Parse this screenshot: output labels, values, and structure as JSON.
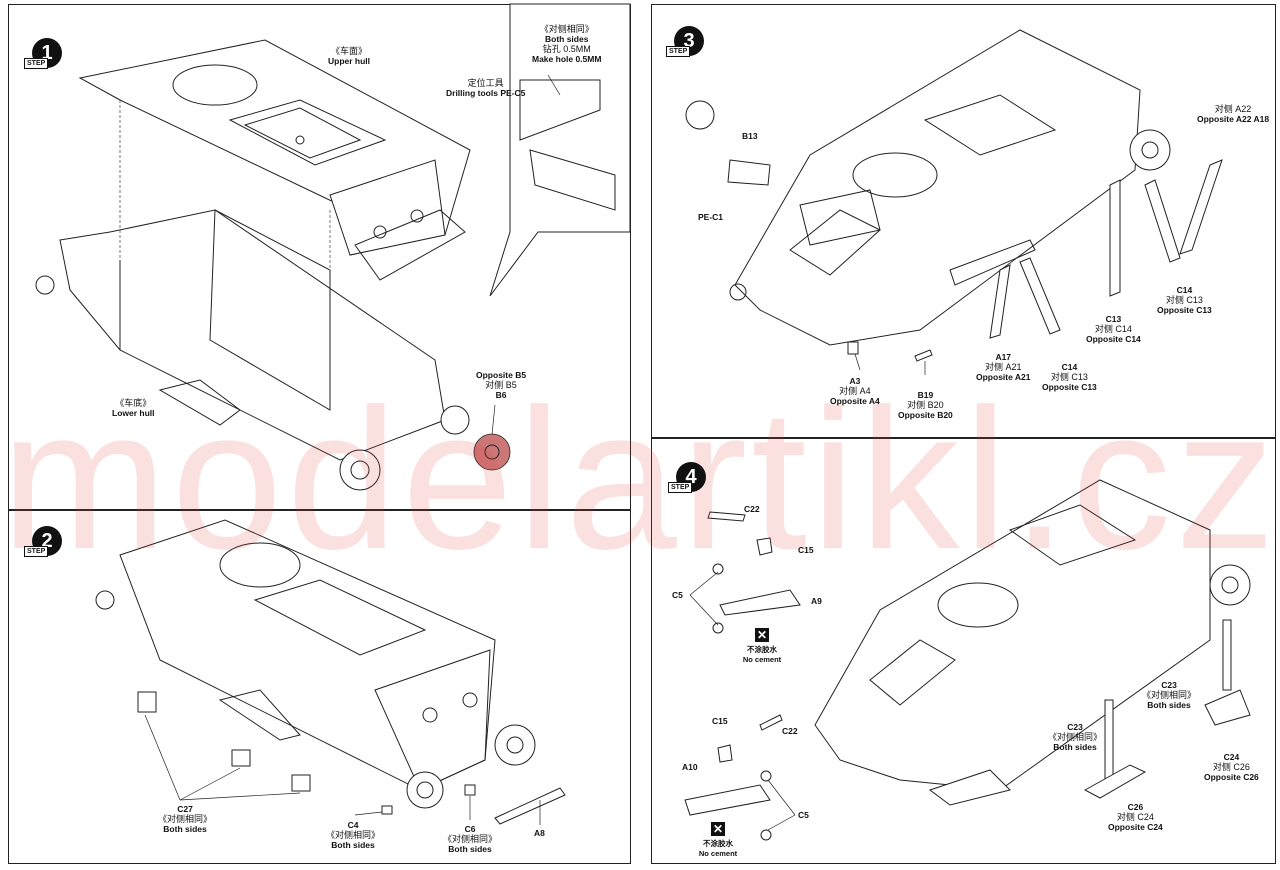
{
  "watermark": "modelartikl.cz",
  "steps": {
    "s1": {
      "number": "1",
      "word": "STEP"
    },
    "s2": {
      "number": "2",
      "word": "STEP"
    },
    "s3": {
      "number": "3",
      "word": "STEP"
    },
    "s4": {
      "number": "4",
      "word": "STEP"
    }
  },
  "step1": {
    "upper_hull": {
      "cn": "《车面》",
      "en": "Upper hull"
    },
    "lower_hull": {
      "cn": "《车底》",
      "en": "Lower hull"
    },
    "inset": {
      "both_cn": "《对侧相同》",
      "both_en": "Both sides",
      "drill_cn": "钻孔 0.5MM",
      "drill_en": "Make hole 0.5MM",
      "tool_cn": "定位工具",
      "tool_en": "Drilling tools",
      "tool_part": "PE-C5"
    },
    "b6": {
      "opp_en": "Opposite B5",
      "opp_cn": "对侧 B5",
      "part": "B6"
    }
  },
  "step2": {
    "c27": {
      "part": "C27",
      "cn": "《对侧相同》",
      "en": "Both sides"
    },
    "c4": {
      "part": "C4",
      "cn": "《对侧相同》",
      "en": "Both sides"
    },
    "c6": {
      "part": "C6",
      "cn": "《对侧相同》",
      "en": "Both sides"
    },
    "a8": {
      "part": "A8"
    }
  },
  "step3": {
    "b13": "B13",
    "pec1": "PE-C1",
    "a3": {
      "part": "A3",
      "cn": "对侧 A4",
      "en": "Opposite A4"
    },
    "b19": {
      "part": "B19",
      "cn": "对侧 B20",
      "en": "Opposite B20"
    },
    "a17": {
      "part": "A17",
      "cn": "对侧 A21",
      "en": "Opposite A21"
    },
    "c14a": {
      "part": "C14",
      "cn": "对侧 C13",
      "en": "Opposite C13"
    },
    "c13": {
      "part": "C13",
      "cn": "对侧 C14",
      "en": "Opposite C14"
    },
    "c14b": {
      "part": "C14",
      "cn": "对侧 C13",
      "en": "Opposite C13"
    },
    "a18": {
      "cn": "对侧 A22",
      "en": "Opposite A22",
      "part": "A18"
    }
  },
  "step4": {
    "c22a": "C22",
    "c15a": "C15",
    "c5a": "C5",
    "a9": "A9",
    "nocement1": {
      "cn": "不涂胶水",
      "en": "No cement"
    },
    "c15b": "C15",
    "c22b": "C22",
    "a10": "A10",
    "c5b": "C5",
    "nocement2": {
      "cn": "不涂胶水",
      "en": "No cement"
    },
    "c23a": {
      "part": "C23",
      "cn": "《对侧相同》",
      "en": "Both sides"
    },
    "c23b": {
      "part": "C23",
      "cn": "《对侧相同》",
      "en": "Both sides"
    },
    "c24": {
      "part": "C24",
      "cn": "对侧 C26",
      "en": "Opposite C26"
    },
    "c26": {
      "part": "C26",
      "cn": "对侧 C24",
      "en": "Opposite C24"
    }
  }
}
